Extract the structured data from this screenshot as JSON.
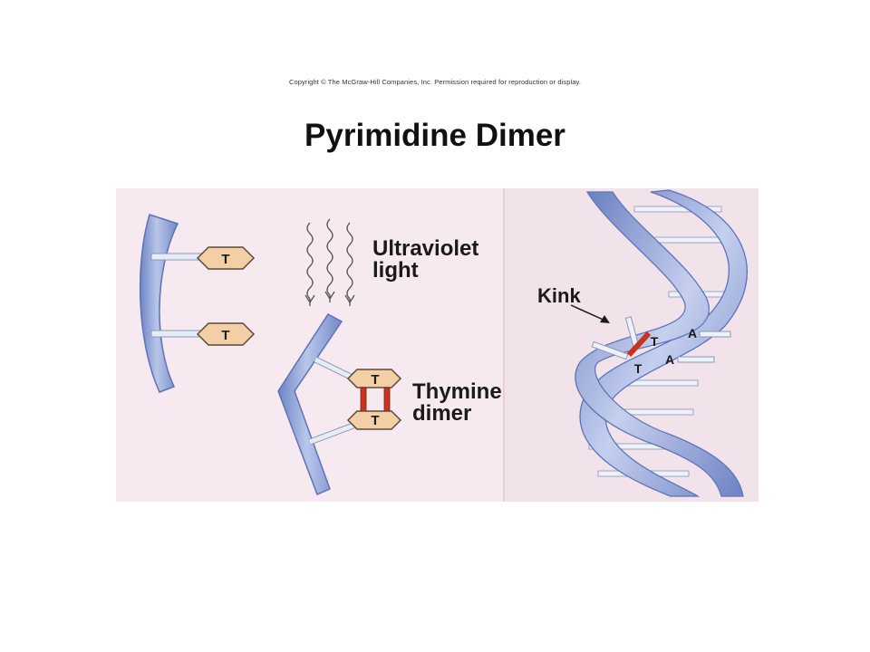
{
  "header": {
    "copyright": "Copyright © The McGraw-Hill Companies, Inc. Permission required for reproduction or display.",
    "title": "Pyrimidine Dimer"
  },
  "labels": {
    "uv_line1": "Ultraviolet",
    "uv_line2": "light",
    "dimer_line1": "Thymine",
    "dimer_line2": "dimer",
    "kink": "Kink"
  },
  "bases": {
    "thymine": "T",
    "adenine": "A"
  },
  "colors": {
    "backbone": "#8fa3d6",
    "backbone_dark": "#5c73b8",
    "base_fill": "#f3cfa5",
    "dimer_bond": "#c8341e",
    "panel_bg": "#f6eaf0"
  }
}
